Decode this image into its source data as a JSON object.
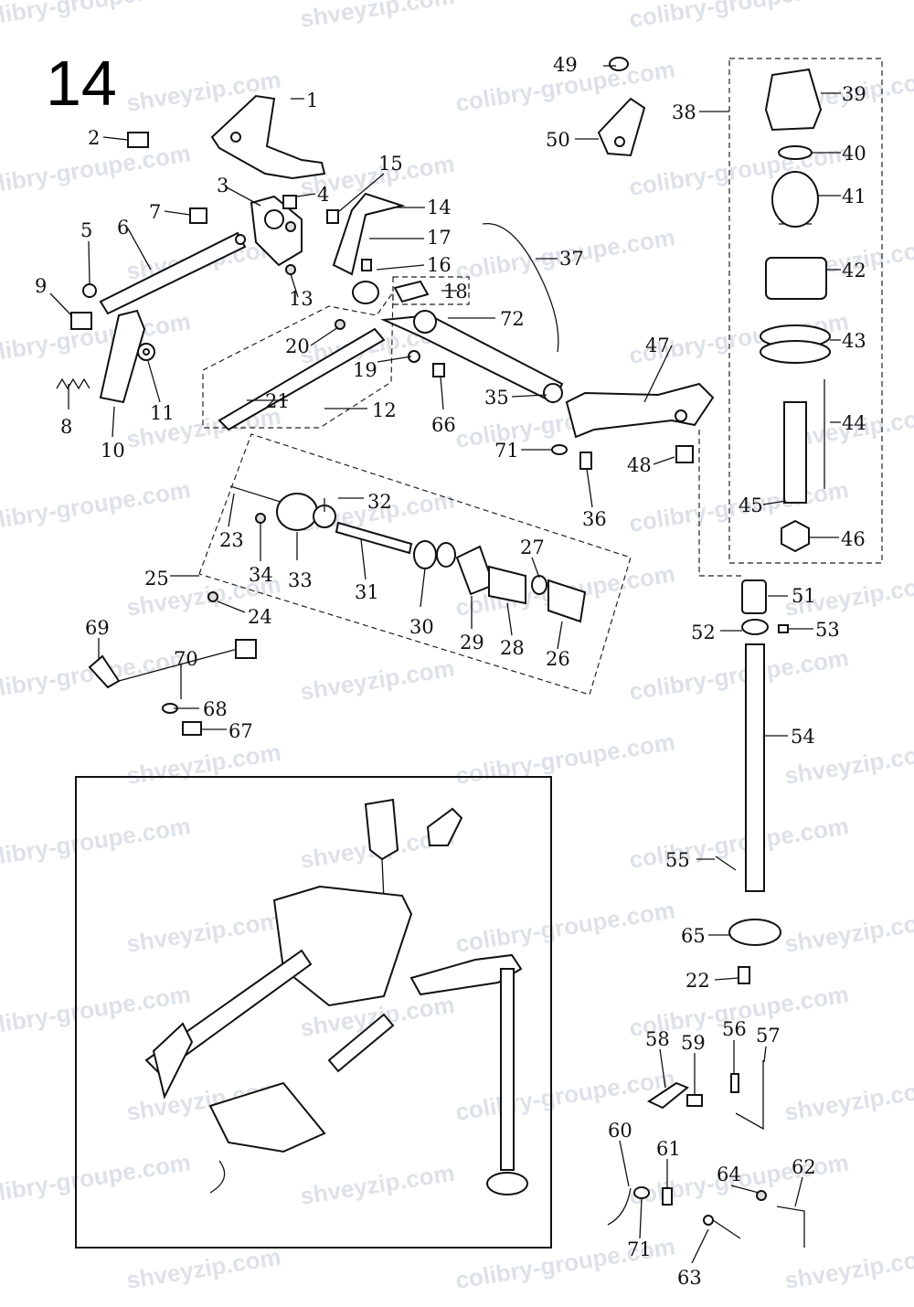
{
  "page_number": "14",
  "watermarks": [
    "colibry-groupe.com",
    "shveyzip.com"
  ],
  "part_numbers": [
    "1",
    "2",
    "3",
    "4",
    "5",
    "6",
    "7",
    "8",
    "9",
    "10",
    "11",
    "12",
    "13",
    "14",
    "15",
    "16",
    "17",
    "18",
    "19",
    "20",
    "21",
    "22",
    "23",
    "24",
    "25",
    "26",
    "27",
    "28",
    "29",
    "30",
    "31",
    "32",
    "33",
    "34",
    "35",
    "36",
    "37",
    "38",
    "39",
    "40",
    "41",
    "42",
    "43",
    "44",
    "45",
    "46",
    "47",
    "48",
    "49",
    "50",
    "51",
    "52",
    "53",
    "54",
    "55",
    "56",
    "57",
    "58",
    "59",
    "60",
    "61",
    "62",
    "63",
    "64",
    "65",
    "66",
    "67",
    "68",
    "69",
    "70",
    "71",
    "71",
    "72"
  ]
}
